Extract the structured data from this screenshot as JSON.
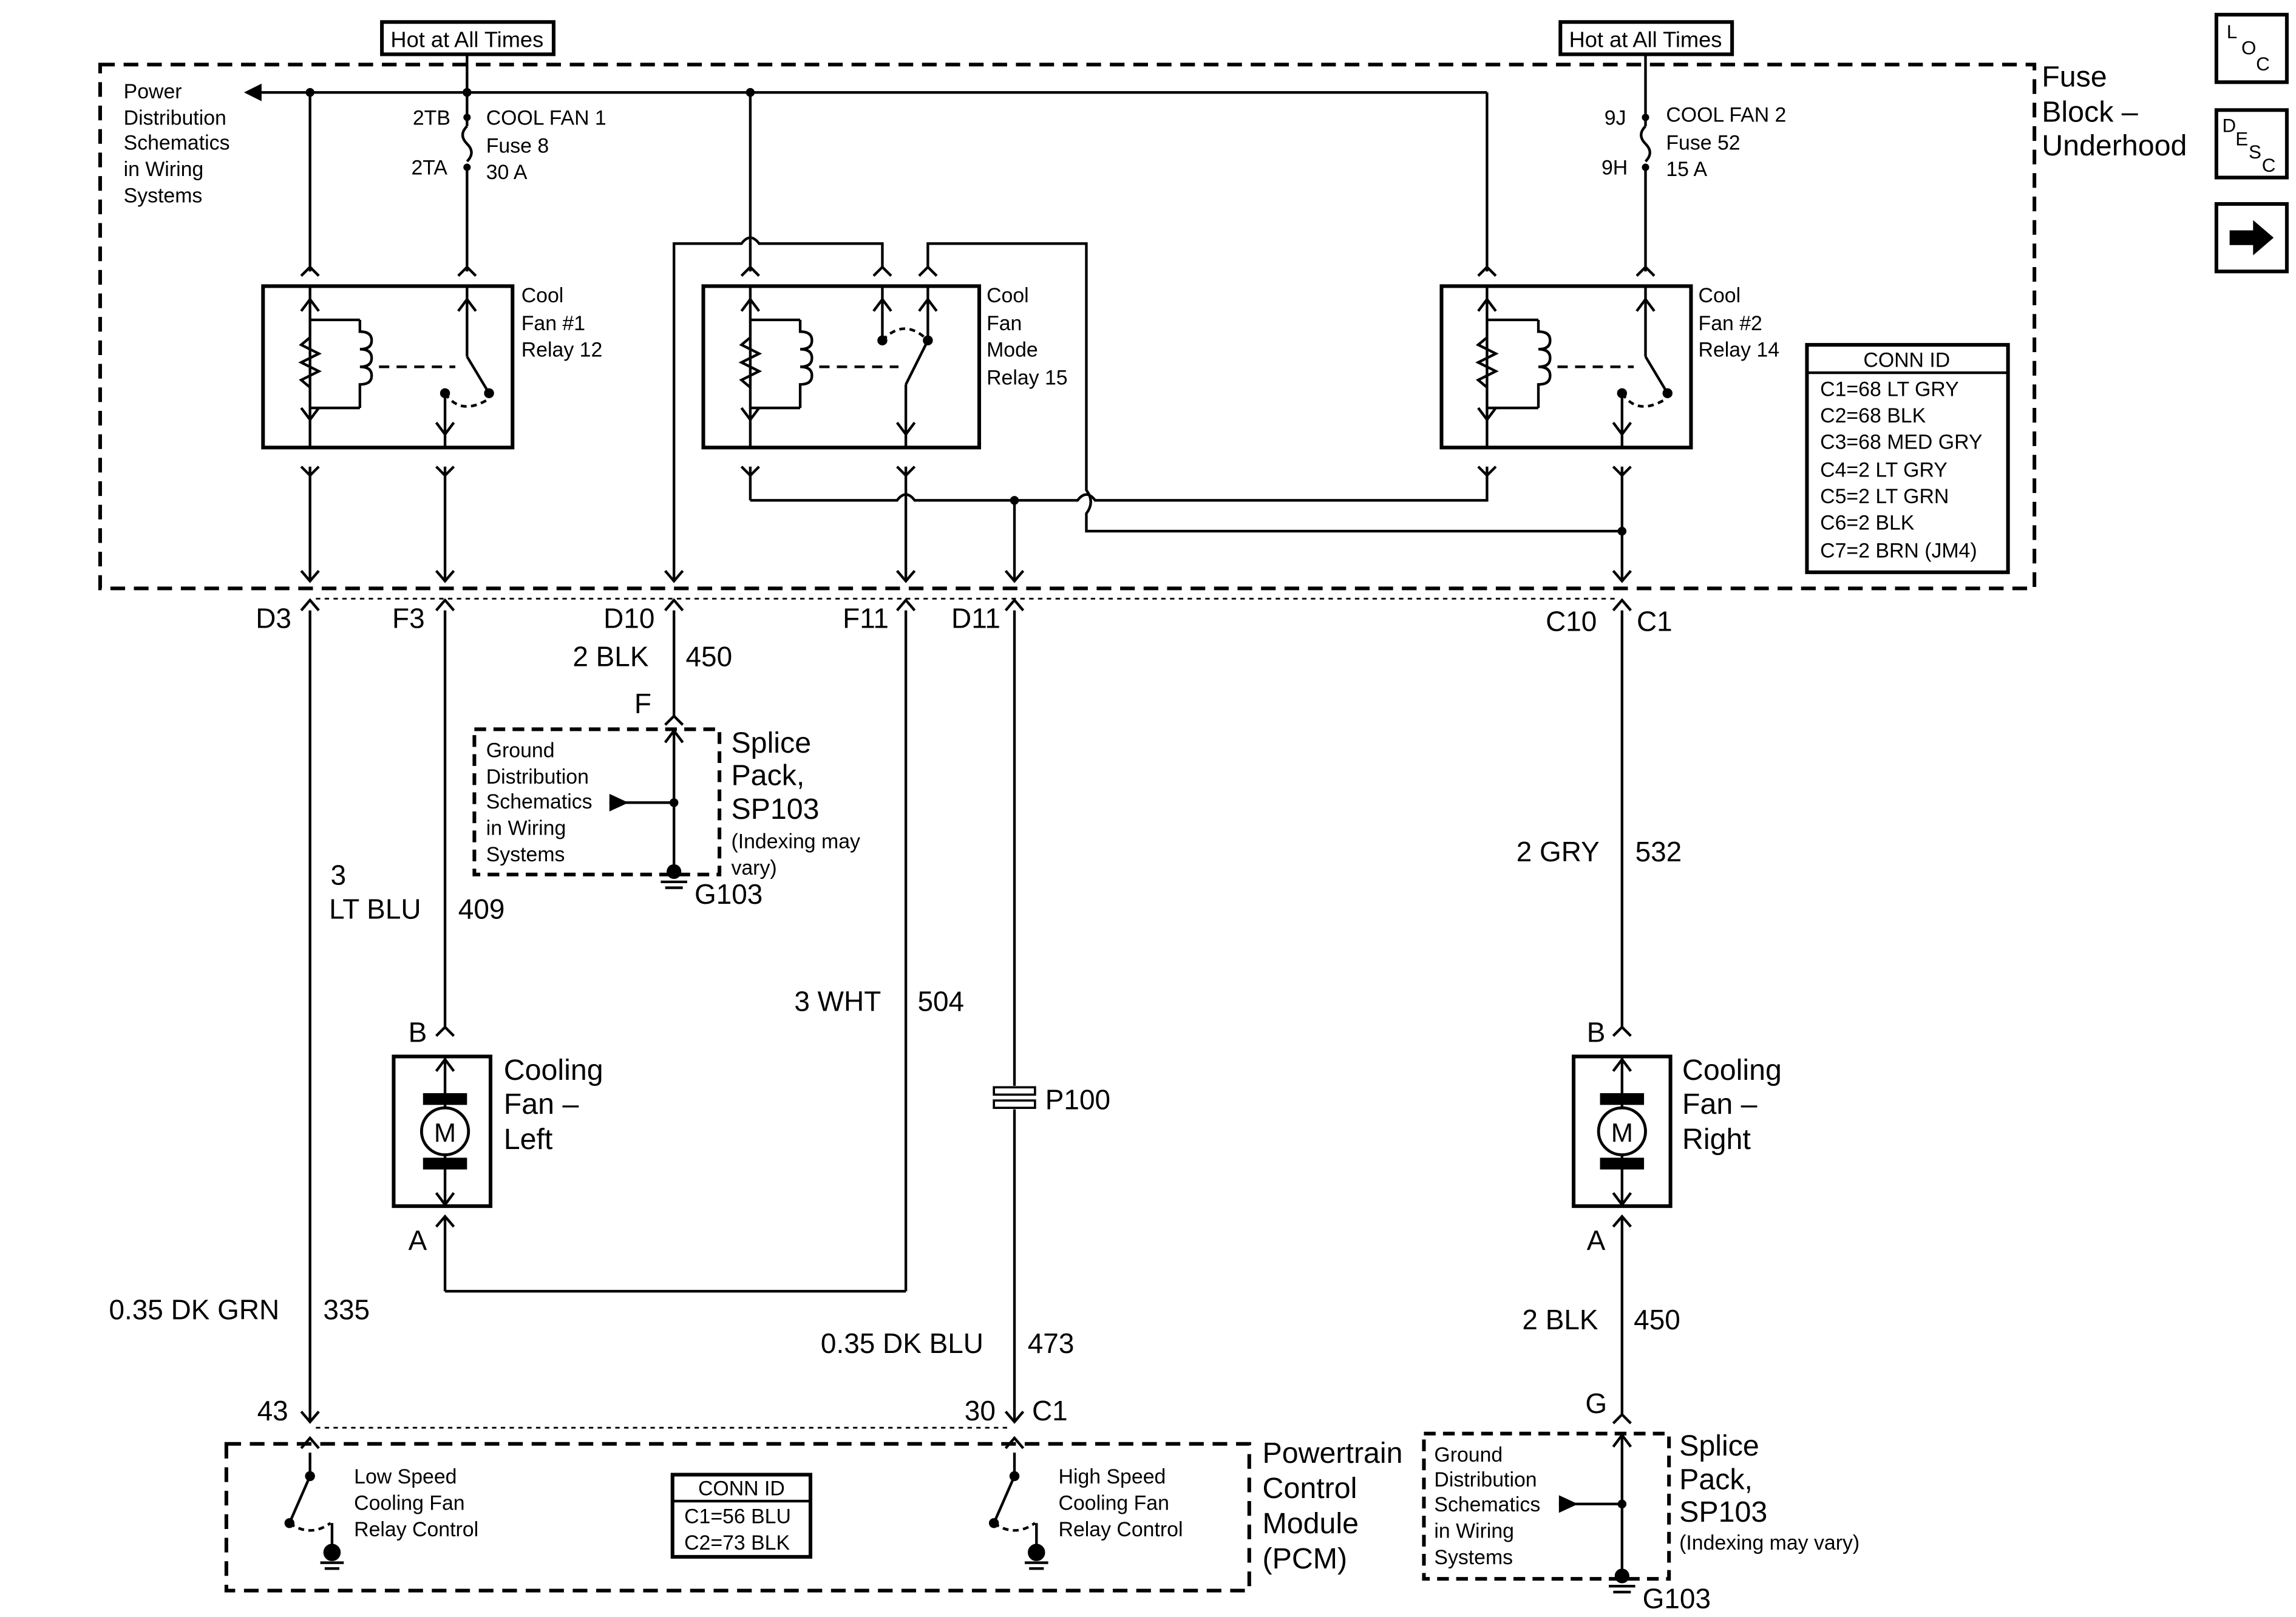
{
  "title_labels": {
    "hot_left": "Hot at All Times",
    "hot_right": "Hot at All Times"
  },
  "fuse_block": {
    "title_1": "Fuse",
    "title_2": "Block –",
    "title_3": "Underhood",
    "power_dist": [
      "Power",
      "Distribution",
      "Schematics",
      "in Wiring",
      "Systems"
    ],
    "fuse1": {
      "pin_top": "2TB",
      "pin_bottom": "2TA",
      "name": "COOL FAN 1",
      "fuse": "Fuse 8",
      "amps": "30 A"
    },
    "fuse2": {
      "pin_top": "9J",
      "pin_bottom": "9H",
      "name": "COOL FAN 2",
      "fuse": "Fuse 52",
      "amps": "15 A"
    },
    "relay1": [
      "Cool",
      "Fan #1",
      "Relay 12"
    ],
    "relay_mode": [
      "Cool",
      "Fan",
      "Mode",
      "Relay 15"
    ],
    "relay2": [
      "Cool",
      "Fan #2",
      "Relay 14"
    ],
    "conn_id": {
      "header": "CONN ID",
      "rows": [
        "C1=68 LT GRY",
        "C2=68 BLK",
        "C3=68 MED GRY",
        "C4=2 LT GRY",
        "C5=2 LT GRN",
        "C6=2 BLK",
        "C7=2 BRN (JM4)"
      ]
    }
  },
  "pins": {
    "d3": "D3",
    "f3": "F3",
    "d10": "D10",
    "f11": "F11",
    "d11": "D11",
    "c10": "C10",
    "c1": "C1"
  },
  "wires": {
    "blk450_top": {
      "size": "2 BLK",
      "circuit": "450"
    },
    "ltblu": {
      "size_1": "3",
      "size_2": "LT BLU",
      "circuit": "409"
    },
    "wht": {
      "size": "3 WHT",
      "circuit": "504"
    },
    "gry": {
      "size": "2 GRY",
      "circuit": "532"
    },
    "dkgrn": {
      "size": "0.35 DK GRN",
      "circuit": "335"
    },
    "dkblu": {
      "size": "0.35 DK BLU",
      "circuit": "473"
    },
    "blk450_bottom": {
      "size": "2 BLK",
      "circuit": "450"
    }
  },
  "splice_top": {
    "pin": "F",
    "title": [
      "Splice",
      "Pack,",
      "SP103"
    ],
    "note": [
      "(Indexing may",
      "vary)"
    ],
    "ground_ref": [
      "Ground",
      "Distribution",
      "Schematics",
      "in Wiring",
      "Systems"
    ],
    "ground": "G103"
  },
  "splice_bottom": {
    "pin": "G",
    "title": [
      "Splice",
      "Pack,",
      "SP103"
    ],
    "note": "(Indexing may vary)",
    "ground_ref": [
      "Ground",
      "Distribution",
      "Schematics",
      "in Wiring",
      "Systems"
    ],
    "ground": "G103"
  },
  "fan_left": {
    "pin_top": "B",
    "pin_bottom": "A",
    "motor": "M",
    "title": [
      "Cooling",
      "Fan –",
      "Left"
    ]
  },
  "fan_right": {
    "pin_top": "B",
    "pin_bottom": "A",
    "motor": "M",
    "title": [
      "Cooling",
      "Fan –",
      "Right"
    ]
  },
  "inline_conn": "P100",
  "pcm": {
    "pin_43": "43",
    "pin_30": "30",
    "pin_c1": "C1",
    "title": [
      "Powertrain",
      "Control",
      "Module",
      "(PCM)"
    ],
    "low": [
      "Low Speed",
      "Cooling Fan",
      "Relay Control"
    ],
    "high": [
      "High Speed",
      "Cooling Fan",
      "Relay Control"
    ],
    "conn_id": {
      "header": "CONN ID",
      "rows": [
        "C1=56 BLU",
        "C2=73 BLK"
      ]
    }
  },
  "nav": {
    "loc": [
      "L",
      "O",
      "C"
    ],
    "desc": [
      "D",
      "E",
      "S",
      "C"
    ],
    "next": "→"
  }
}
